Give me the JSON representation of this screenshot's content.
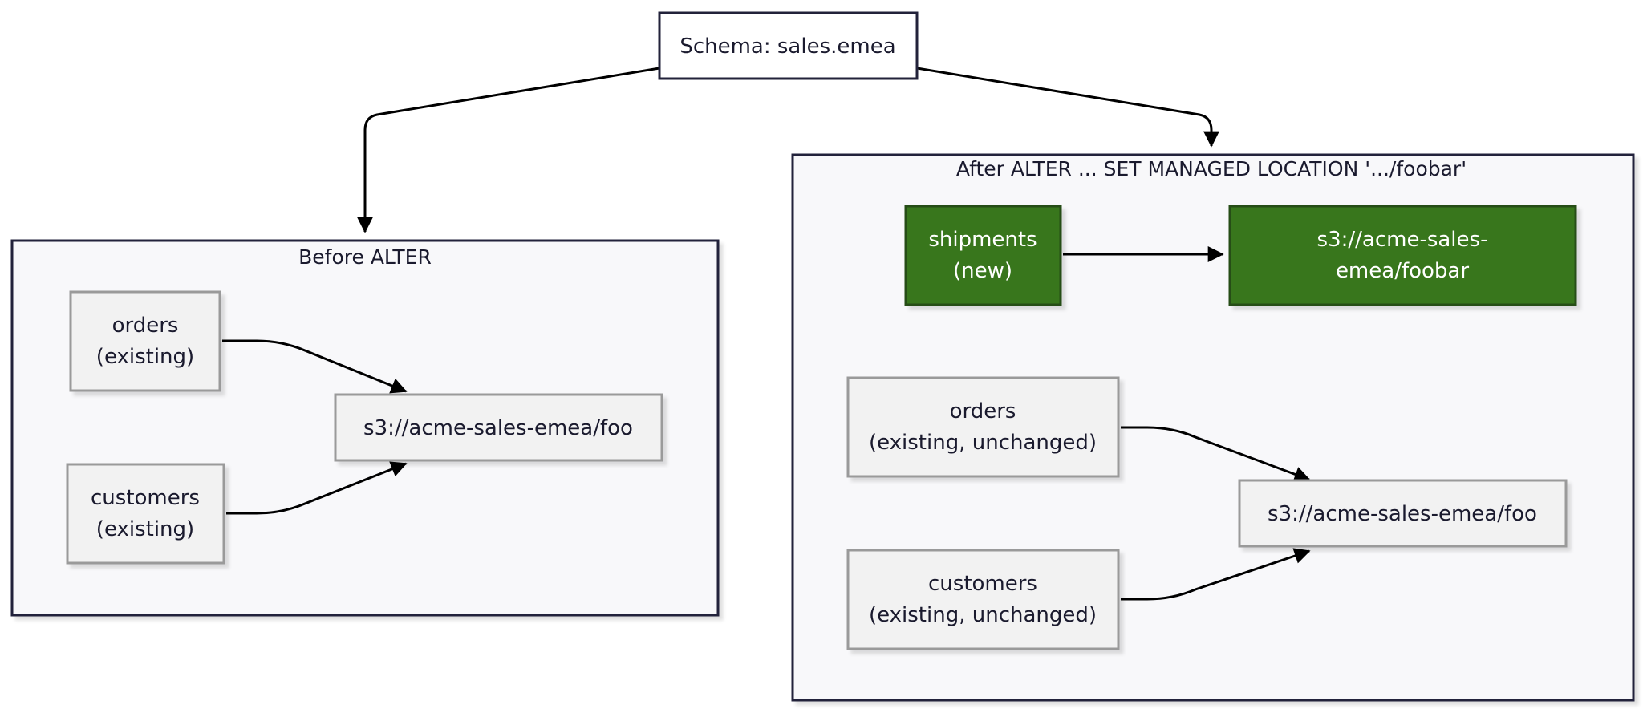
{
  "schema_node": {
    "label": "Schema: sales.emea"
  },
  "before": {
    "title": "Before ALTER",
    "orders": {
      "line1": "orders",
      "line2": "(existing)"
    },
    "customers": {
      "line1": "customers",
      "line2": "(existing)"
    },
    "location": {
      "label": "s3://acme-sales-emea/foo"
    }
  },
  "after": {
    "title": "After ALTER ... SET MANAGED LOCATION '.../foobar'",
    "shipments": {
      "line1": "shipments",
      "line2": "(new)"
    },
    "new_location": {
      "line1": "s3://acme-sales-",
      "line2": "emea/foobar"
    },
    "orders": {
      "line1": "orders",
      "line2": "(existing, unchanged)"
    },
    "customers": {
      "line1": "customers",
      "line2": "(existing, unchanged)"
    },
    "location": {
      "label": "s3://acme-sales-emea/foo"
    }
  },
  "colors": {
    "cluster_fill": "#f8f8fa",
    "cluster_stroke": "#22223a",
    "node_fill": "#f2f2f2",
    "node_stroke": "#9a9a9a",
    "new_fill": "#38761d",
    "new_stroke": "#274e13",
    "new_text": "#ffffff",
    "edge": "#000000"
  }
}
